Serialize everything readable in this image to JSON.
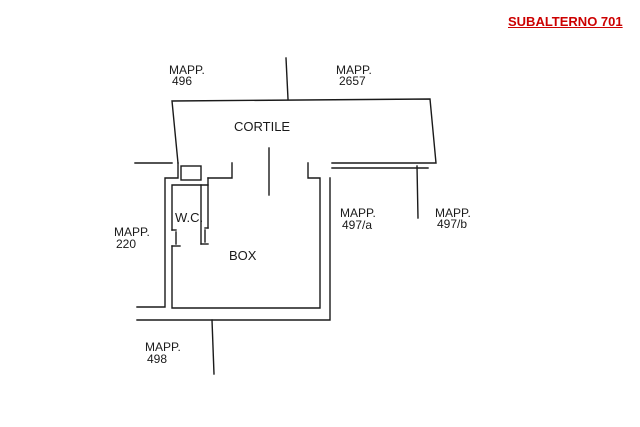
{
  "header": {
    "title": "SUBALTERNO 701",
    "title_color": "#cc0000"
  },
  "rooms": {
    "cortile": "CORTILE",
    "wc": "W.C.",
    "box": "BOX"
  },
  "parcels": {
    "p496": {
      "line1": "MAPP.",
      "line2": "496"
    },
    "p2657": {
      "line1": "MAPP.",
      "line2": "2657"
    },
    "p220": {
      "line1": "MAPP.",
      "line2": "220"
    },
    "p497a": {
      "line1": "MAPP.",
      "line2": "497/a"
    },
    "p497b": {
      "line1": "MAPP.",
      "line2": "497/b"
    },
    "p498": {
      "line1": "MAPP.",
      "line2": "498"
    }
  },
  "colors": {
    "line": "#1a1a1a",
    "title": "#cc0000"
  }
}
